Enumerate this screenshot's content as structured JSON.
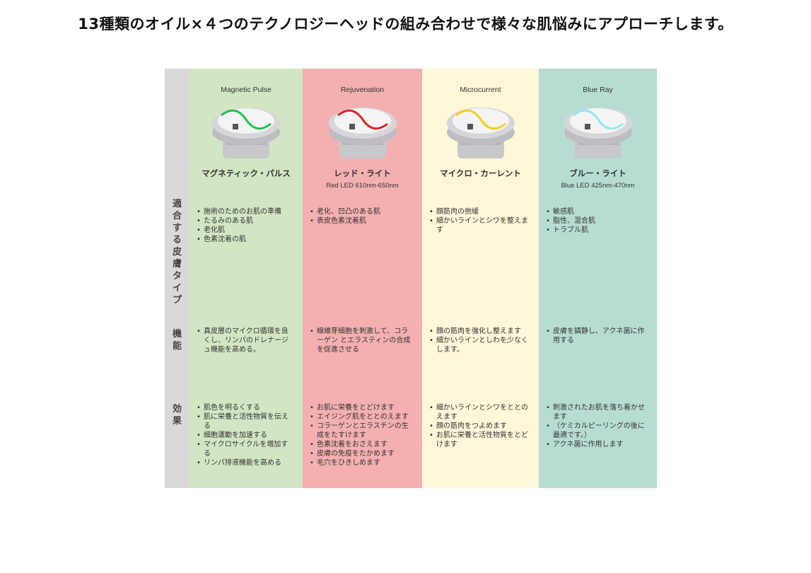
{
  "title": "13種類のオイル×４つのテクノロジーヘッドの組み合わせで様々な肌悩みにアプローチします。",
  "row_labels": {
    "skin": "適合する皮膚タイプ",
    "function": "機能",
    "effect": "効果"
  },
  "columns": [
    {
      "en": "Magnetic Pulse",
      "jp": "マグネティック・パルス",
      "spec": "",
      "color": "#d2e6c3",
      "accent": "#22c04a",
      "skin": [
        "施術のためのお肌の準備",
        "たるみのある肌",
        "老化肌",
        "色素沈着の肌"
      ],
      "function": [
        "真皮層のマイクロ循環を良くし、リンパのドレナージュ機能を高める。"
      ],
      "effect": [
        "肌色を明るくする",
        "肌に栄養と活性物質を伝える",
        "細胞運動を加速する",
        "マイクロサイクルを増加する",
        "リンパ排液機能を高める"
      ]
    },
    {
      "en": "Rejuvenation",
      "jp": "レッド・ライト",
      "spec": "Red  LED 610nm-650nm",
      "color": "#f4b0b1",
      "accent": "#e02020",
      "skin": [
        "老化、凹凸のある肌",
        "表皮色素沈着肌"
      ],
      "function": [
        "線維芽細胞を刺激して、コラーゲン とエラスティンの合成を促進させる"
      ],
      "effect": [
        "お肌に栄養をとどけます",
        "エイジング肌をととのえます",
        "コラーゲンとエラスチンの生成をたすけます",
        "色素沈着をおさえます",
        "皮膚の免疫をたかめます",
        "毛穴をひきしめます"
      ]
    },
    {
      "en": "Microcurrent",
      "jp": "マイクロ・カーレント",
      "spec": "",
      "color": "#fef7d9",
      "accent": "#f0d020",
      "skin": [
        "顔筋肉の弛緩",
        "細かいラインとシワを整えます"
      ],
      "function": [
        "顔の筋肉を強化し整えます",
        "細かいラインとしわを少なくします。"
      ],
      "effect": [
        "細かいラインとシワをととのえます",
        "顔の筋肉をつよめます",
        "お肌に栄養と活性物質をとどけます"
      ]
    },
    {
      "en": "Blue Ray",
      "jp": "ブルー・ライト",
      "spec": "Blue  LED 425nm-470nm",
      "color": "#b7ddd3",
      "accent": "#8fe8f0",
      "skin": [
        "敏感肌",
        "脂性、混合肌",
        "トラブル肌"
      ],
      "function": [
        "皮膚を鎮静し、アクネ菌に作用する"
      ],
      "effect": [
        "刺激されたお肌を落ち着かせます",
        "（ケミカルピーリングの後に最適です。）",
        "アクネ菌に作用します"
      ]
    }
  ]
}
